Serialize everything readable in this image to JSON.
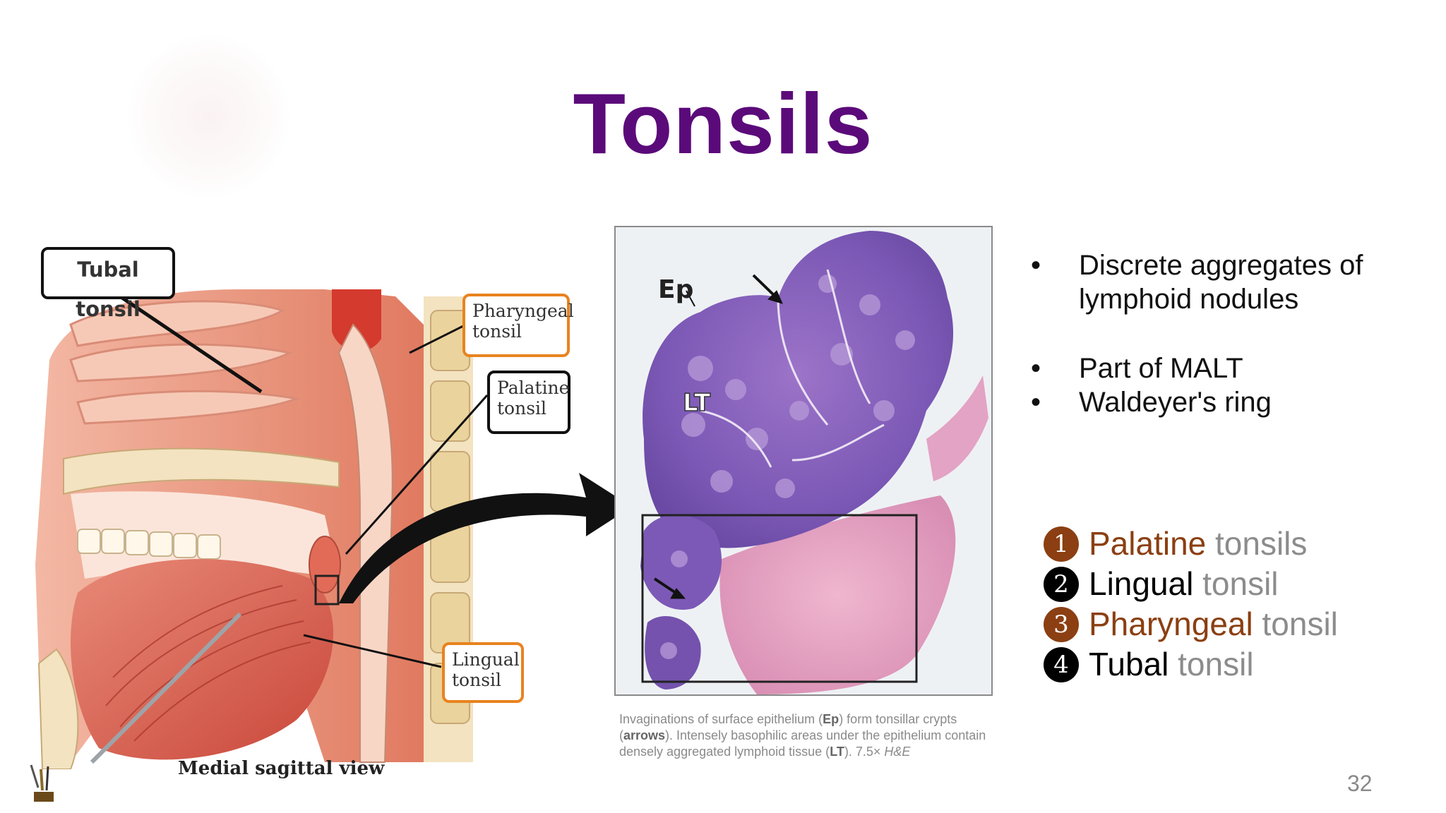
{
  "slide": {
    "title": "Tonsils",
    "page_number": "32"
  },
  "anatomy": {
    "labels": {
      "tubal": "Tubal tonsil",
      "pharyngeal_line1": "Pharyngeal",
      "pharyngeal_line2": "tonsil",
      "palatine_line1": "Palatine",
      "palatine_line2": "tonsil",
      "lingual_line1": "Lingual",
      "lingual_line2": "tonsil"
    },
    "caption": "Medial sagittal view"
  },
  "histology": {
    "label_ep": "Ep",
    "label_lt": "LT",
    "caption": {
      "part1": "Invaginations of surface epithelium (",
      "ep": "Ep",
      "part2": ") form tonsillar crypts (",
      "arrows": "arrows",
      "part3": "). Intensely basophilic areas under the epithelium contain densely aggregated lymphoid tissue (",
      "lt": "LT",
      "part4": "). 7.5× ",
      "stain": "H&E"
    }
  },
  "bullets": [
    {
      "line1": "Discrete aggregates of",
      "line2": "lymphoid nodules"
    },
    {
      "line1": "Part of MALT"
    },
    {
      "line1": "Waldeyer's ring"
    }
  ],
  "numbered_list": [
    {
      "number": "1",
      "name": "Palatine",
      "suffix": "tonsils",
      "circle_color": "#8b3f12",
      "name_color": "#8b3f12"
    },
    {
      "number": "2",
      "name": "Lingual",
      "suffix": "tonsil",
      "circle_color": "#000000",
      "name_color": "#000000"
    },
    {
      "number": "3",
      "name": "Pharyngeal",
      "suffix": "tonsil",
      "circle_color": "#8b3f12",
      "name_color": "#8b3f12"
    },
    {
      "number": "4",
      "name": "Tubal",
      "suffix": "tonsil",
      "circle_color": "#000000",
      "name_color": "#000000"
    }
  ]
}
